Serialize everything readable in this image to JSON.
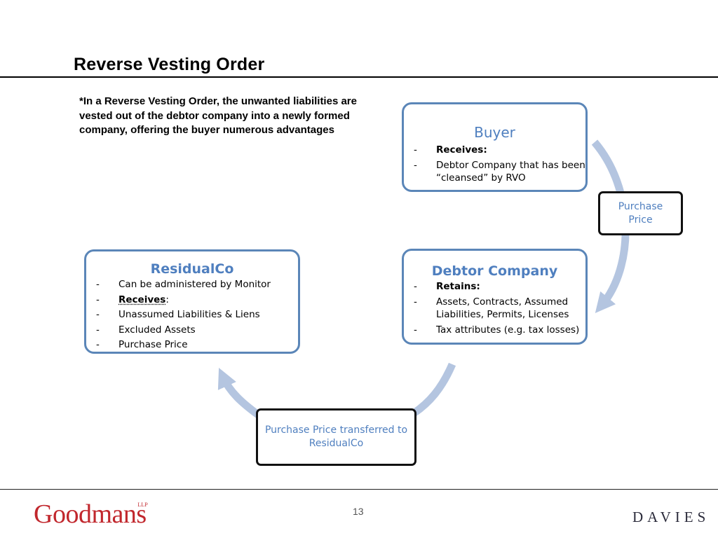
{
  "header": {
    "title": "Reverse Vesting Order"
  },
  "note": "*In a Reverse Vesting Order, the unwanted liabilities are vested out of the debtor company into a newly formed company, offering the buyer numerous advantages",
  "buyer": {
    "title": "Buyer",
    "items": [
      {
        "dash": "-",
        "text": "Receives:"
      },
      {
        "dash": "-",
        "text": "Debtor Company that has been “cleansed” by RVO"
      }
    ]
  },
  "purchase_price": {
    "label": "Purchase Price"
  },
  "debtor": {
    "title": "Debtor Company",
    "items": [
      {
        "dash": "-",
        "text": "Retains:"
      },
      {
        "dash": "-",
        "text": "Assets, Contracts, Assumed Liabilities, Permits, Licenses"
      },
      {
        "dash": "-",
        "text": "Tax attributes (e.g. tax losses)"
      }
    ]
  },
  "residual": {
    "title": "ResidualCo",
    "items": [
      {
        "dash": "-",
        "text": "Can be administered by Monitor"
      },
      {
        "dash": "-",
        "strong": "Receives",
        "text": ":"
      },
      {
        "dash": "-",
        "text": "Unassumed Liabilities & Liens"
      },
      {
        "dash": "-",
        "text": "Excluded Assets"
      },
      {
        "dash": "-",
        "text": "Purchase Price"
      }
    ]
  },
  "transfer": {
    "label": "Purchase Price transferred to ResidualCo"
  },
  "footer": {
    "page_number": "13",
    "logo_left": "Goodmans",
    "logo_left_suffix": "LLP",
    "logo_right": "DAVIES"
  },
  "colors": {
    "box_border": "#5b86b8",
    "title_blue": "#4f7fbf",
    "arrow": "#b4c5e0",
    "goodmans_red": "#c1272d"
  }
}
